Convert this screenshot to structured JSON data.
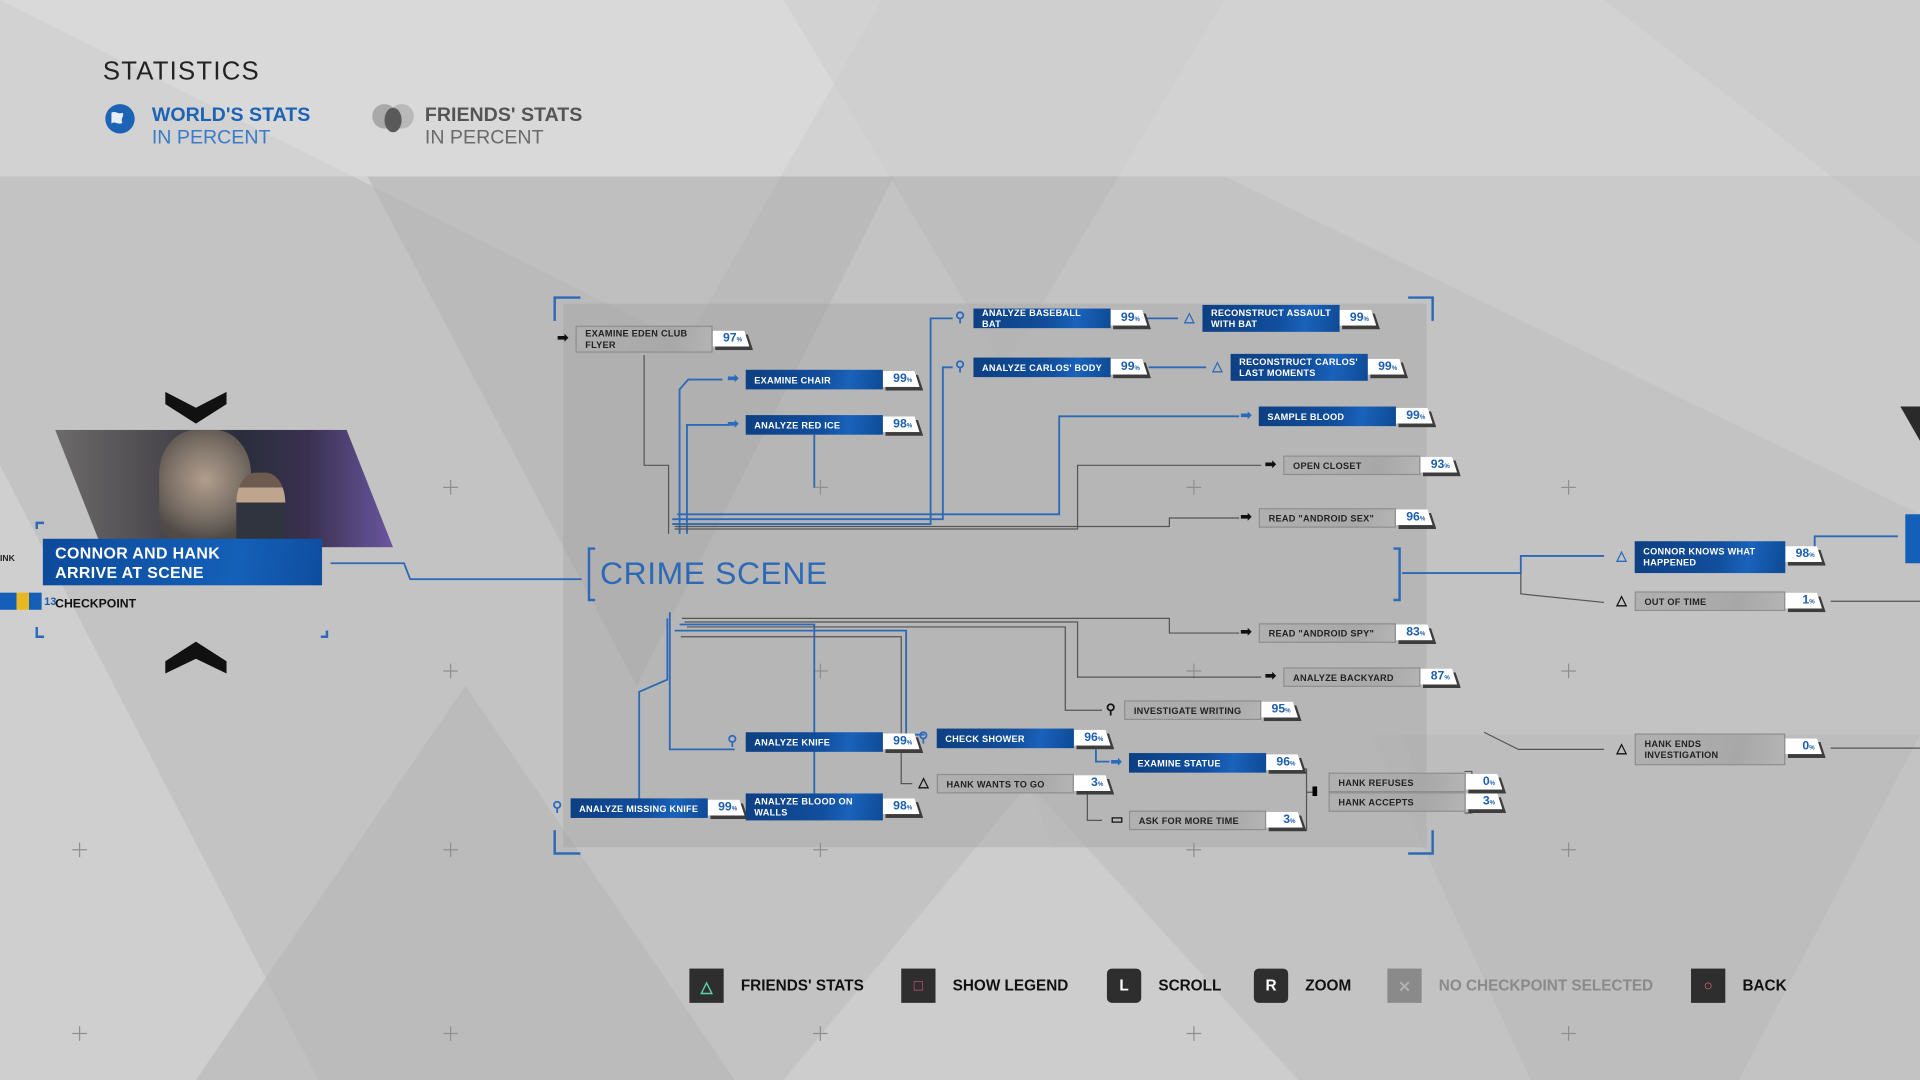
{
  "header": {
    "title": "STATISTICS",
    "tabs": [
      {
        "label": "WORLD'S STATS",
        "sub": "IN PERCENT",
        "icon": "globe-icon",
        "active": true
      },
      {
        "label": "FRIENDS' STATS",
        "sub": "IN PERCENT",
        "icon": "friends-icon",
        "active": false
      }
    ]
  },
  "chapter": {
    "title_line1": "CONNOR AND HANK",
    "title_line2": "ARRIVE AT SCENE",
    "checkpoint_label": "CHECKPOINT",
    "checkpoint_number": "13",
    "prev_fragment": "INK"
  },
  "section_title": "CRIME SCENE",
  "nodes": [
    {
      "label": "EXAMINE EDEN CLUB FLYER",
      "pct": "97"
    },
    {
      "label": "EXAMINE CHAIR",
      "pct": "99"
    },
    {
      "label": "ANALYZE RED ICE",
      "pct": "98"
    },
    {
      "label": "ANALYZE BASEBALL BAT",
      "pct": "99"
    },
    {
      "label": "ANALYZE CARLOS' BODY",
      "pct": "99"
    },
    {
      "label": "RECONSTRUCT ASSAULT WITH BAT",
      "pct": "99"
    },
    {
      "label": "RECONSTRUCT CARLOS' LAST MOMENTS",
      "pct": "99"
    },
    {
      "label": "SAMPLE BLOOD",
      "pct": "99"
    },
    {
      "label": "OPEN CLOSET",
      "pct": "93"
    },
    {
      "label": "READ \"ANDROID SEX\"",
      "pct": "96"
    },
    {
      "label": "READ \"ANDROID SPY\"",
      "pct": "83"
    },
    {
      "label": "ANALYZE BACKYARD",
      "pct": "87"
    },
    {
      "label": "INVESTIGATE WRITING",
      "pct": "95"
    },
    {
      "label": "CHECK SHOWER",
      "pct": "96"
    },
    {
      "label": "EXAMINE STATUE",
      "pct": "96"
    },
    {
      "label": "HANK WANTS TO GO",
      "pct": "3"
    },
    {
      "label": "ASK FOR MORE TIME",
      "pct": "3"
    },
    {
      "label": "HANK REFUSES",
      "pct": "0"
    },
    {
      "label": "HANK ACCEPTS",
      "pct": "3"
    },
    {
      "label": "ANALYZE KNIFE",
      "pct": "99"
    },
    {
      "label": "ANALYZE MISSING KNIFE",
      "pct": "99"
    },
    {
      "label": "ANALYZE BLOOD ON WALLS",
      "pct": "98"
    },
    {
      "label": "CONNOR KNOWS WHAT HAPPENED",
      "pct": "98"
    },
    {
      "label": "OUT OF TIME",
      "pct": "1"
    },
    {
      "label": "HANK ENDS INVESTIGATION",
      "pct": "0"
    }
  ],
  "pct_unit": "%",
  "footer": [
    {
      "label": "FRIENDS' STATS",
      "button": "△",
      "color": "#5fd3a8"
    },
    {
      "label": "SHOW LEGEND",
      "button": "□",
      "color": "#e0557a"
    },
    {
      "label": "SCROLL",
      "button": "L"
    },
    {
      "label": "ZOOM",
      "button": "R"
    },
    {
      "label": "NO CHECKPOINT SELECTED",
      "button": "✕",
      "disabled": true
    },
    {
      "label": "BACK",
      "button": "○",
      "color": "#e06a6a"
    }
  ],
  "colors": {
    "accent": "#1d63b5",
    "node_blue": "#114e9c",
    "node_gray": "#ababab"
  }
}
